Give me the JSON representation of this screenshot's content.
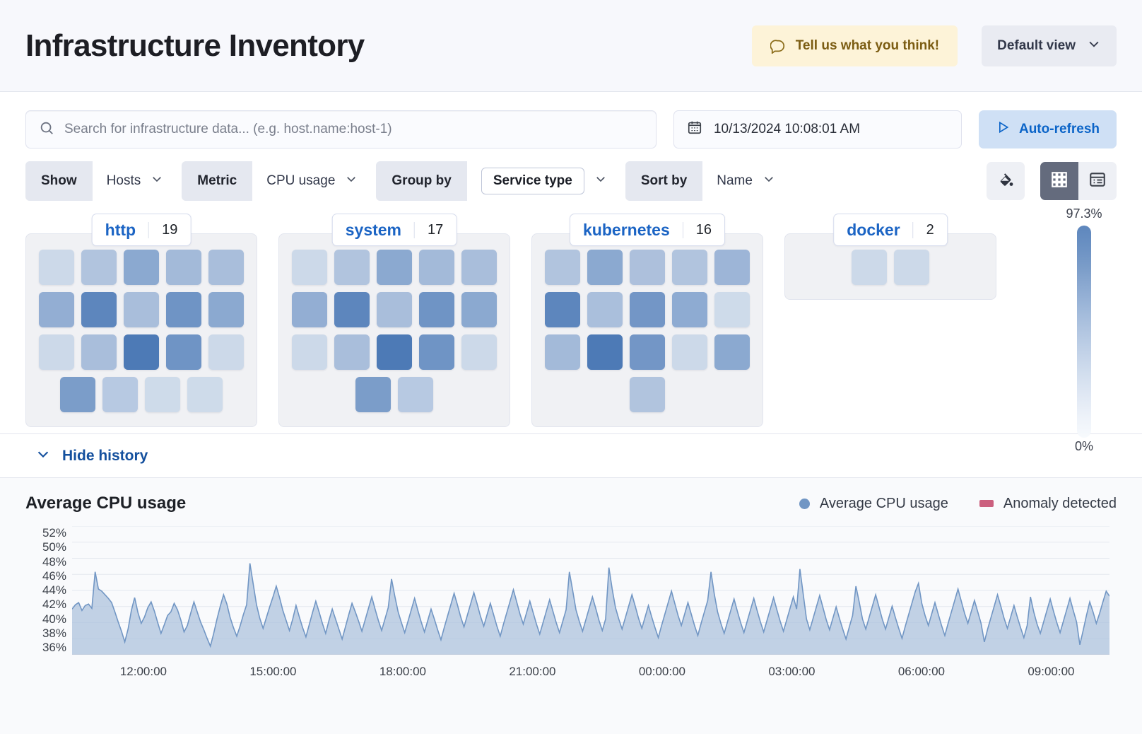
{
  "header": {
    "title": "Infrastructure Inventory",
    "feedback_label": "Tell us what you think!",
    "feedback_icon": "comment-icon",
    "view_label": "Default view",
    "view_icon": "chevron-down-icon"
  },
  "search": {
    "placeholder": "Search for infrastructure data... (e.g. host.name:host-1)",
    "value": "",
    "icon": "search-icon"
  },
  "datepicker": {
    "value": "10/13/2024 10:08:01 AM",
    "icon": "calendar-icon"
  },
  "autorefresh": {
    "label": "Auto-refresh",
    "icon": "play-icon"
  },
  "filters": [
    {
      "label": "Show",
      "value": "Hosts",
      "boxed": false,
      "icon": "chevron-down-icon"
    },
    {
      "label": "Metric",
      "value": "CPU usage",
      "boxed": false,
      "icon": "chevron-down-icon"
    },
    {
      "label": "Group by",
      "value": "Service type",
      "boxed": true,
      "icon": "chevron-down-icon"
    },
    {
      "label": "Sort by",
      "value": "Name",
      "boxed": false,
      "icon": "chevron-down-icon"
    }
  ],
  "view_toggles": {
    "palette_icon": "color-fill-icon",
    "map_view_icon": "grid-view-icon",
    "table_view_icon": "table-view-icon",
    "active": "grid-view-icon"
  },
  "legend_scale": {
    "max": "97.3%",
    "min": "0%"
  },
  "groups": [
    {
      "name": "http",
      "count": "19",
      "rows": [
        [
          "#ccd9e9",
          "#b1c4de",
          "#8ba9d0",
          "#a3bad9",
          "#a9bedb"
        ],
        [
          "#93aed3",
          "#5d86bd",
          "#a9bedb",
          "#6f94c5",
          "#8ba9d0"
        ],
        [
          "#ccd9e9",
          "#a9bedb",
          "#4d7ab6",
          "#6f94c5",
          "#ccd9e9"
        ],
        [
          "#7b9dc9",
          "#b7c9e2",
          "#cedbea",
          "#cedbea"
        ]
      ],
      "row_offsets": [
        0,
        0,
        0,
        1
      ]
    },
    {
      "name": "system",
      "count": "17",
      "rows": [
        [
          "#ccd9e9",
          "#b1c4de",
          "#8ba9d0",
          "#a3bad9",
          "#a9bedb"
        ],
        [
          "#93aed3",
          "#5d86bd",
          "#a9bedb",
          "#6f94c5",
          "#8ba9d0"
        ],
        [
          "#ccd9e9",
          "#a9bedb",
          "#4d7ab6",
          "#6f94c5",
          "#ccd9e9"
        ],
        [
          "#7b9dc9",
          "#b7c9e2"
        ]
      ],
      "row_offsets": [
        0,
        0,
        0,
        1.5
      ]
    },
    {
      "name": "kubernetes",
      "count": "16",
      "rows": [
        [
          "#b1c4de",
          "#8ba9d0",
          "#adc0dc",
          "#b1c4de",
          "#9db5d7"
        ],
        [
          "#5d86bd",
          "#aabfdc",
          "#7396c6",
          "#8eabd2",
          "#cedbea"
        ],
        [
          "#a3bad9",
          "#4d7ab6",
          "#7396c6",
          "#ccd9e9",
          "#8ba9d0"
        ],
        [
          "#b1c4de"
        ]
      ],
      "row_offsets": [
        0,
        0,
        0,
        2
      ]
    },
    {
      "name": "docker",
      "count": "2",
      "rows": [
        [
          "#ccd9e9",
          "#ccd9e9"
        ]
      ],
      "row_offsets": [
        0
      ]
    }
  ],
  "hide_history": {
    "label": "Hide history",
    "icon": "chevron-down-icon"
  },
  "chart_data": {
    "type": "area",
    "title": "Average CPU usage",
    "xlabel": "",
    "ylabel": "",
    "ylim": [
      35,
      53
    ],
    "yticks": [
      "52%",
      "50%",
      "48%",
      "46%",
      "44%",
      "42%",
      "40%",
      "38%",
      "36%"
    ],
    "xticks": [
      "12:00:00",
      "15:00:00",
      "18:00:00",
      "21:00:00",
      "00:00:00",
      "03:00:00",
      "06:00:00",
      "09:00:00"
    ],
    "grid": true,
    "legend_position": "top-right",
    "series": [
      {
        "name": "Average CPU usage",
        "color": "#7196c4"
      },
      {
        "name": "Anomaly detected",
        "color": "#cb5f7e"
      }
    ],
    "values": [
      41.4,
      42.0,
      42.3,
      41.2,
      41.9,
      42.1,
      41.5,
      46.6,
      44.2,
      43.9,
      43.4,
      42.9,
      42.3,
      41.0,
      39.6,
      38.3,
      36.8,
      38.6,
      41.2,
      43.0,
      40.9,
      39.4,
      40.3,
      41.6,
      42.4,
      41.1,
      39.5,
      38.0,
      39.2,
      40.5,
      41.0,
      42.2,
      41.3,
      39.9,
      38.2,
      39.1,
      40.8,
      42.4,
      41.0,
      39.6,
      38.5,
      37.3,
      36.2,
      38.0,
      40.0,
      41.8,
      43.4,
      42.1,
      40.2,
      38.8,
      37.6,
      39.0,
      40.6,
      42.0,
      47.8,
      44.9,
      42.0,
      40.1,
      38.7,
      40.2,
      41.7,
      43.1,
      44.6,
      43.0,
      41.2,
      39.8,
      38.4,
      40.0,
      41.9,
      40.3,
      38.8,
      37.5,
      39.2,
      40.9,
      42.5,
      41.0,
      39.4,
      38.0,
      39.8,
      41.4,
      40.0,
      38.6,
      37.2,
      38.9,
      40.6,
      42.2,
      41.0,
      39.7,
      38.3,
      39.9,
      41.5,
      43.1,
      41.4,
      39.8,
      38.4,
      40.0,
      41.6,
      45.6,
      43.2,
      41.0,
      39.5,
      38.1,
      39.7,
      41.3,
      42.9,
      41.2,
      39.6,
      38.2,
      39.8,
      41.4,
      40.0,
      38.5,
      37.1,
      38.8,
      40.4,
      42.0,
      43.6,
      42.0,
      40.3,
      38.9,
      40.5,
      42.1,
      43.7,
      42.1,
      40.4,
      39.0,
      40.6,
      42.2,
      40.6,
      39.0,
      37.6,
      39.3,
      40.9,
      42.5,
      44.1,
      42.4,
      40.7,
      39.3,
      40.9,
      42.5,
      40.9,
      39.3,
      37.9,
      39.5,
      41.1,
      42.7,
      41.1,
      39.5,
      38.1,
      39.7,
      41.3,
      46.6,
      44.0,
      41.3,
      39.7,
      38.3,
      39.9,
      41.5,
      43.1,
      41.5,
      39.8,
      38.4,
      40.0,
      47.2,
      44.2,
      41.6,
      40.0,
      38.6,
      40.2,
      41.8,
      43.4,
      41.8,
      40.1,
      38.7,
      40.3,
      41.9,
      40.3,
      38.8,
      37.4,
      39.1,
      40.7,
      42.3,
      43.9,
      42.2,
      40.5,
      39.1,
      40.7,
      42.3,
      40.7,
      39.1,
      37.7,
      39.4,
      41.0,
      42.6,
      46.6,
      43.5,
      41.0,
      39.4,
      38.0,
      39.6,
      41.2,
      42.8,
      41.1,
      39.5,
      38.1,
      39.7,
      41.3,
      42.9,
      41.2,
      39.6,
      38.2,
      39.8,
      41.4,
      43.0,
      41.3,
      39.7,
      38.3,
      39.9,
      41.5,
      43.1,
      41.4,
      47.0,
      43.5,
      40.0,
      38.5,
      40.1,
      41.7,
      43.3,
      41.6,
      39.9,
      38.5,
      40.1,
      41.7,
      40.1,
      38.6,
      37.2,
      38.9,
      40.5,
      44.6,
      42.4,
      40.0,
      38.6,
      40.2,
      41.8,
      43.4,
      41.7,
      40.0,
      38.6,
      40.2,
      41.8,
      40.2,
      38.7,
      37.3,
      39.0,
      40.6,
      42.2,
      43.8,
      45.0,
      42.2,
      40.5,
      39.1,
      40.7,
      42.3,
      40.7,
      39.1,
      37.7,
      39.4,
      41.0,
      42.6,
      44.2,
      42.5,
      40.8,
      39.4,
      41.0,
      42.6,
      41.0,
      39.4,
      36.8,
      38.6,
      40.2,
      41.8,
      43.4,
      41.8,
      40.1,
      38.7,
      40.3,
      41.9,
      40.3,
      38.8,
      37.4,
      39.1,
      43.1,
      41.0,
      39.3,
      38.0,
      39.6,
      41.2,
      42.8,
      41.1,
      39.5,
      38.1,
      39.7,
      41.3,
      42.9,
      41.2,
      39.6,
      36.4,
      38.4,
      40.5,
      42.4,
      41.0,
      39.4,
      40.8,
      42.4,
      43.9,
      43.2
    ]
  }
}
